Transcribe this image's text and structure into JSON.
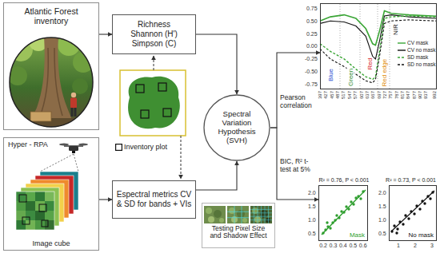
{
  "diagram": {
    "nodes": [
      {
        "text": [
          "Atlantic Forest inventory"
        ]
      },
      {
        "text": [
          "Richness",
          "Shannon (H')",
          "Simpson (C)"
        ]
      },
      {
        "text": [
          "Hyper - RPA",
          "Image cube"
        ]
      },
      {
        "text": [
          "Espectral metrics CV & SD for bands + VIs"
        ]
      },
      {
        "text": [
          "Spectral Variation Hypothesis (SVH)"
        ]
      },
      {
        "text": [
          "Testing Pixel Size and Shadow Effect"
        ]
      },
      {
        "text": [
          "Blue",
          "Green",
          "Red",
          "Red edge",
          "NIR"
        ]
      },
      {
        "text": [
          "R² = 0.76, P < 0.001",
          "Mask"
        ]
      },
      {
        "text": [
          "R² = 0.73, P < 0.001",
          "No mask"
        ]
      }
    ],
    "edges": [
      {
        "from": 0,
        "to": 1,
        "arrow": "to"
      },
      {
        "from": 2,
        "to": 3,
        "arrow": "to"
      },
      {
        "from": 1,
        "to": 4,
        "arrow": "to"
      },
      {
        "from": 3,
        "to": 4,
        "arrow": "to"
      },
      {
        "from": 4,
        "to": 6,
        "label": "Pearson correlation",
        "arrow": "to"
      },
      {
        "from": 4,
        "to": 7,
        "label": "BIC, R² t-test at 5%",
        "arrow": "to"
      }
    ],
    "labels": [
      "0.75",
      "0.50",
      "0.25",
      "0.00",
      "-0.25",
      "-0.50",
      "-0.75",
      "397",
      "427",
      "457",
      "487",
      "517",
      "547",
      "577",
      "607",
      "637",
      "667",
      "697",
      "727",
      "757",
      "787",
      "817",
      "847",
      "877",
      "907",
      "937",
      "992",
      "0.2",
      "0.3",
      "0.4",
      "0.5",
      "0.6",
      "0.5",
      "1.0",
      "1.5",
      "2.0",
      "1",
      "2",
      "3",
      "0.5",
      "1.0",
      "1.5",
      "2.0"
    ],
    "legend": [
      {
        "text": "Inventory plot"
      },
      {
        "text": "CV mask"
      },
      {
        "text": "CV no mask"
      },
      {
        "text": "SD mask"
      },
      {
        "text": "SD no mask"
      }
    ]
  }
}
